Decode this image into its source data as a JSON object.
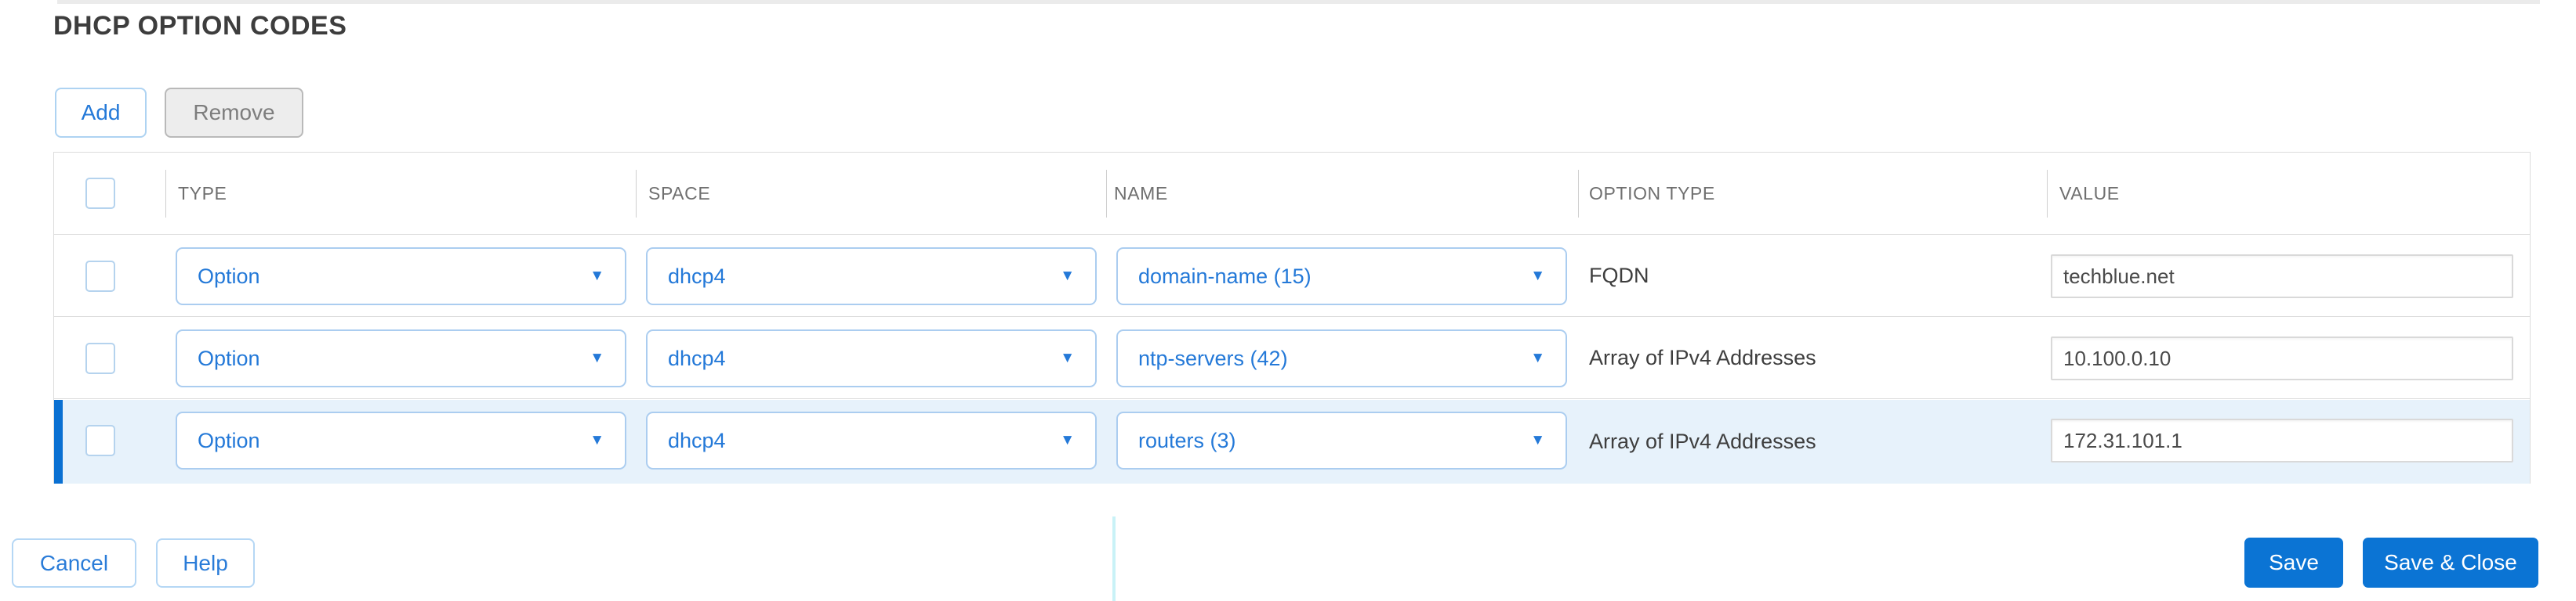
{
  "title": "DHCP OPTION CODES",
  "toolbar": {
    "add_label": "Add",
    "remove_label": "Remove"
  },
  "table": {
    "columns": [
      "TYPE",
      "SPACE",
      "NAME",
      "OPTION TYPE",
      "VALUE"
    ],
    "rows": [
      {
        "type": "Option",
        "space": "dhcp4",
        "name": "domain-name (15)",
        "option_type": "FQDN",
        "value": "techblue.net",
        "selected": false
      },
      {
        "type": "Option",
        "space": "dhcp4",
        "name": "ntp-servers (42)",
        "option_type": "Array of IPv4 Addresses",
        "value": "10.100.0.10",
        "selected": false
      },
      {
        "type": "Option",
        "space": "dhcp4",
        "name": "routers (3)",
        "option_type": "Array of IPv4 Addresses",
        "value": "172.31.101.1",
        "selected": true
      }
    ]
  },
  "footer": {
    "cancel_label": "Cancel",
    "help_label": "Help",
    "save_label": "Save",
    "save_close_label": "Save & Close"
  },
  "icons": {
    "dropdown_caret": "▼"
  },
  "colors": {
    "accent_blue": "#2479d8",
    "primary_button_bg": "#0b74d4",
    "selected_row_bg": "#e7f2fb",
    "selected_row_bar": "#0a70d2"
  }
}
